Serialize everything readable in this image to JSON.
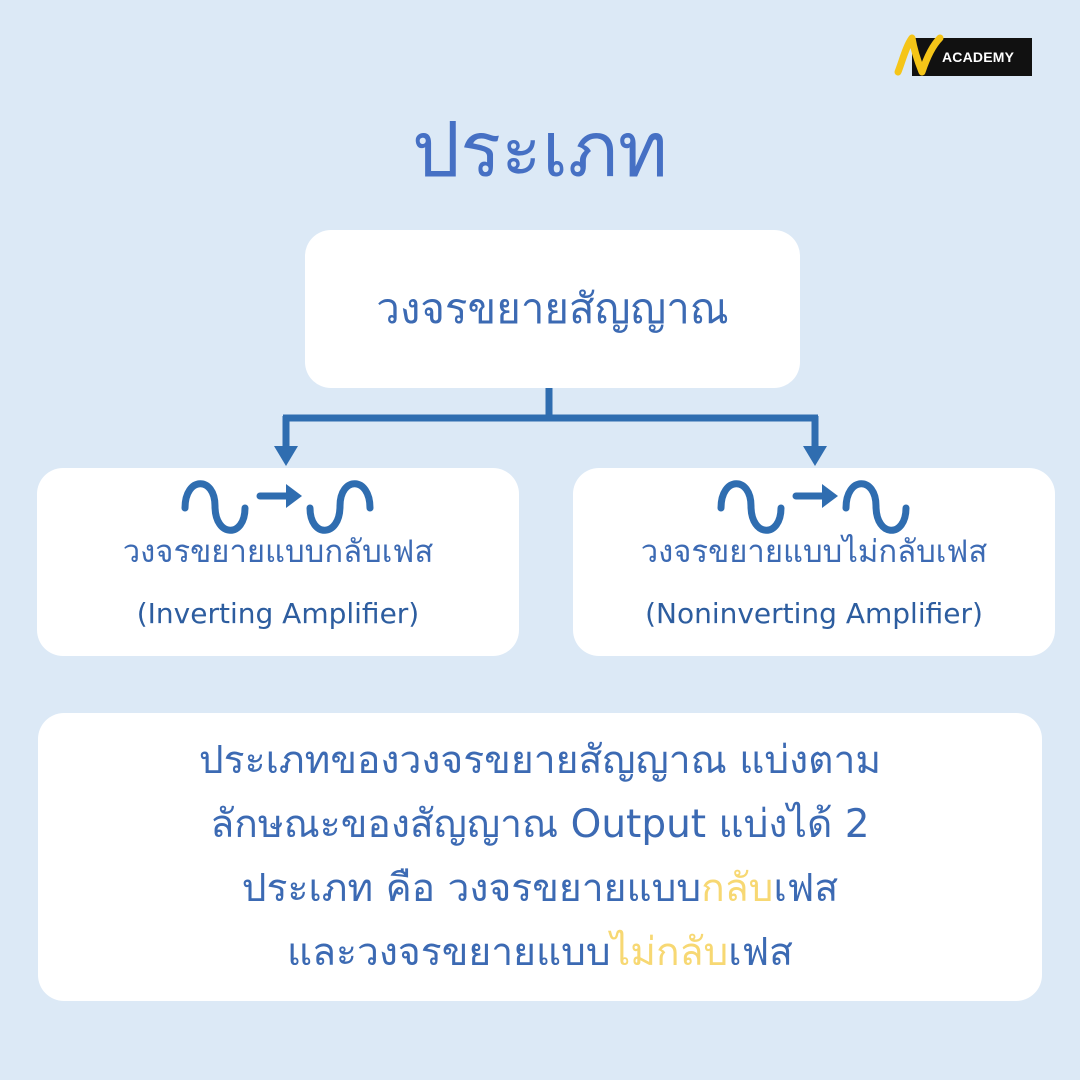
{
  "logo": {
    "text": "ACADEMY"
  },
  "title": "ประเภท",
  "root": {
    "label": "วงจรขยายสัญญาณ"
  },
  "left": {
    "thai": "วงจรขยายแบบกลับเฟส",
    "english": "(Inverting Amplifier)",
    "icon": "sine-wave-arrow-inverted-sine-wave"
  },
  "right": {
    "thai": "วงจรขยายแบบไม่กลับเฟส",
    "english": "(Noninverting Amplifier)",
    "icon": "sine-wave-arrow-sine-wave"
  },
  "summary": {
    "line1": "ประเภทของวงจรขยายสัญญาณ แบ่งตาม",
    "line2": "ลักษณะของสัญญาณ Output แบ่งได้ 2",
    "line3_prefix": "ประเภท คือ วงจรขยายแบบ",
    "line3_highlight": "กลับ",
    "line3_suffix": "เฟส",
    "line4_prefix": "และวงจรขยายแบบ",
    "line4_highlight": "ไม่กลับ",
    "line4_suffix": "เฟส"
  },
  "colors": {
    "background": "#dce9f6",
    "title": "#4670c4",
    "text": "#3c6ab3",
    "connector": "#2f6db0",
    "highlight": "#f7d873"
  }
}
